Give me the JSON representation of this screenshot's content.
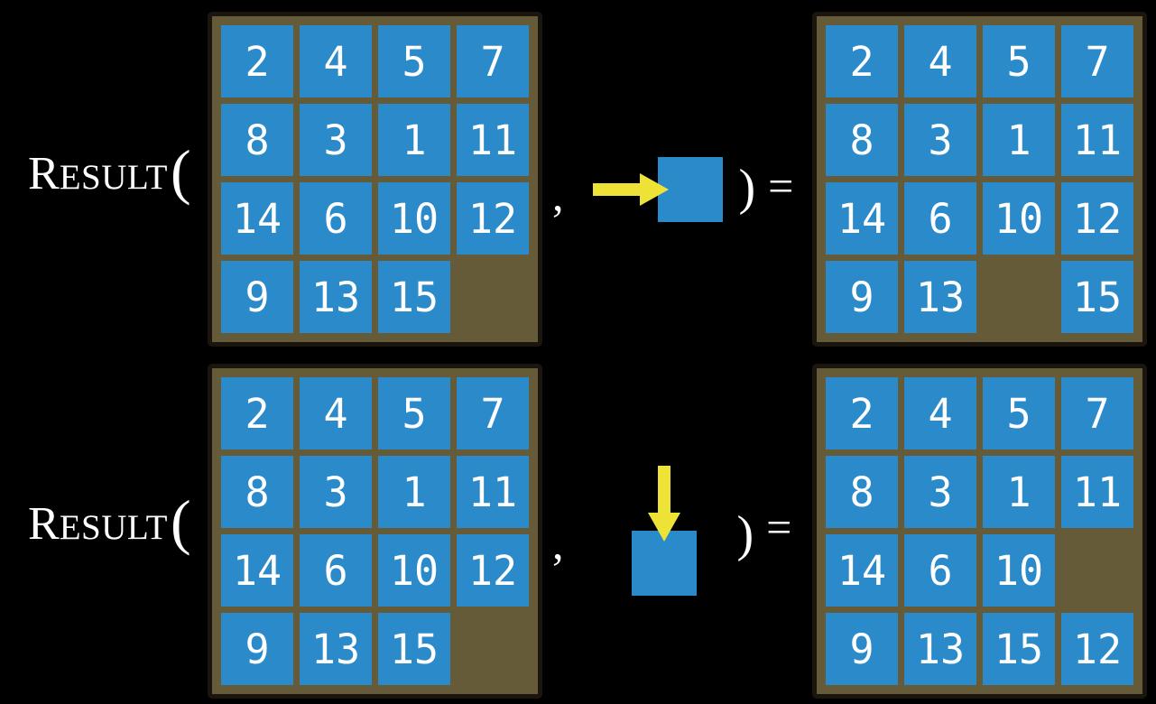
{
  "function_name": "Result",
  "colors": {
    "background": "#000000",
    "board": "#665b39",
    "board_border": "#1a150e",
    "tile": "#2b8aca",
    "tile_text": "#ffffff",
    "arrow": "#efe237",
    "text": "#ffffff"
  },
  "examples": [
    {
      "label": {
        "initial": "R",
        "rest": "ESULT",
        "open_paren": "("
      },
      "comma": ",",
      "action": {
        "icon": "right-arrow-into-blank-tile",
        "direction": "right"
      },
      "close_paren": ")",
      "equals": "=",
      "input_grid": [
        [
          2,
          4,
          5,
          7
        ],
        [
          8,
          3,
          1,
          11
        ],
        [
          14,
          6,
          10,
          12
        ],
        [
          9,
          13,
          15,
          null
        ]
      ],
      "output_grid": [
        [
          2,
          4,
          5,
          7
        ],
        [
          8,
          3,
          1,
          11
        ],
        [
          14,
          6,
          10,
          12
        ],
        [
          9,
          13,
          null,
          15
        ]
      ]
    },
    {
      "label": {
        "initial": "R",
        "rest": "ESULT",
        "open_paren": "("
      },
      "comma": ",",
      "action": {
        "icon": "down-arrow-into-blank-tile",
        "direction": "down"
      },
      "close_paren": ")",
      "equals": "=",
      "input_grid": [
        [
          2,
          4,
          5,
          7
        ],
        [
          8,
          3,
          1,
          11
        ],
        [
          14,
          6,
          10,
          12
        ],
        [
          9,
          13,
          15,
          null
        ]
      ],
      "output_grid": [
        [
          2,
          4,
          5,
          7
        ],
        [
          8,
          3,
          1,
          11
        ],
        [
          14,
          6,
          10,
          null
        ],
        [
          9,
          13,
          15,
          12
        ]
      ]
    }
  ]
}
